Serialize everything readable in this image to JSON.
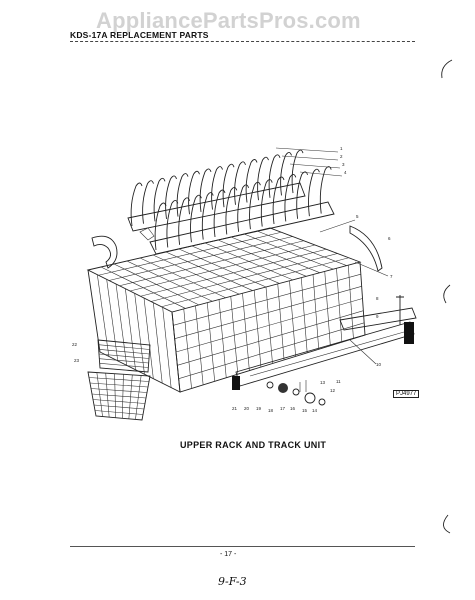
{
  "watermark": "AppliancePartsPros.com",
  "header": {
    "title": "KDS-17A REPLACEMENT PARTS"
  },
  "diagram": {
    "caption": "UPPER RACK AND TRACK UNIT",
    "ref_tag": "PJ4977",
    "callouts": [
      "1",
      "2",
      "3",
      "4",
      "5",
      "6",
      "7",
      "8",
      "9",
      "10",
      "11",
      "12",
      "13",
      "14",
      "15",
      "16",
      "17",
      "18",
      "19",
      "20",
      "21",
      "22",
      "23"
    ]
  },
  "footer": {
    "page_number": "- 17 -",
    "handwritten_note": "9-F-3"
  }
}
